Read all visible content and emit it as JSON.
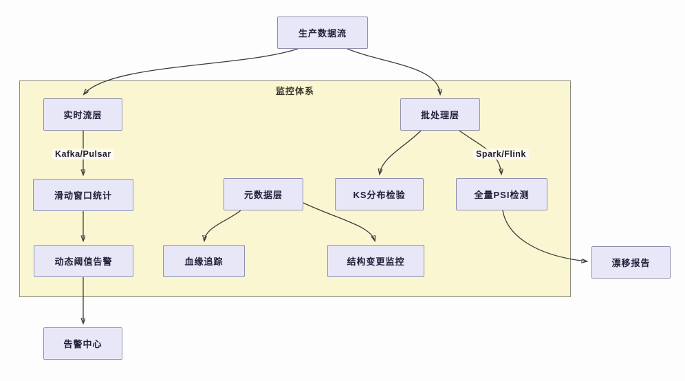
{
  "diagram": {
    "container_title": "监控体系",
    "nodes": {
      "source": "生产数据流",
      "realtime": "实时流层",
      "sliding_window": "滑动窗口统计",
      "dynamic_threshold": "动态阈值告警",
      "alert_center": "告警中心",
      "metadata": "元数据层",
      "lineage": "血缘追踪",
      "schema_change": "结构变更监控",
      "batch": "批处理层",
      "ks_test": "KS分布检验",
      "psi": "全量PSI检测",
      "drift_report": "漂移报告"
    },
    "edge_labels": {
      "stream_tech": "Kafka/Pulsar",
      "batch_tech": "Spark/Flink"
    },
    "edges": [
      {
        "from": "生产数据流",
        "to": "实时流层"
      },
      {
        "from": "生产数据流",
        "to": "批处理层"
      },
      {
        "from": "实时流层",
        "to": "滑动窗口统计",
        "label": "Kafka/Pulsar"
      },
      {
        "from": "滑动窗口统计",
        "to": "动态阈值告警"
      },
      {
        "from": "动态阈值告警",
        "to": "告警中心"
      },
      {
        "from": "批处理层",
        "to": "KS分布检验"
      },
      {
        "from": "批处理层",
        "to": "全量PSI检测",
        "label": "Spark/Flink"
      },
      {
        "from": "元数据层",
        "to": "血缘追踪"
      },
      {
        "from": "元数据层",
        "to": "结构变更监控"
      },
      {
        "from": "全量PSI检测",
        "to": "漂移报告"
      }
    ],
    "colors": {
      "node_fill": "#e7e7f7",
      "node_border": "#8f8fae",
      "container_fill": "#fbf6d2",
      "container_border": "#8c8c7a",
      "edge": "#3a3a3a"
    }
  }
}
